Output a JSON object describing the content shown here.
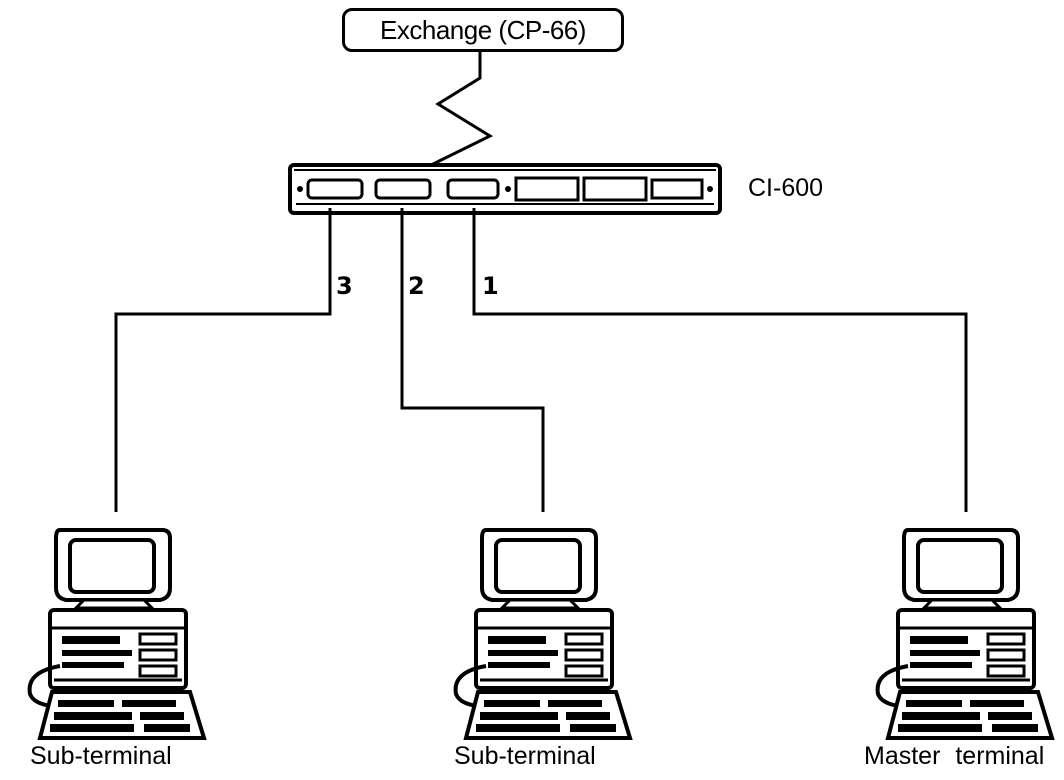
{
  "exchange": {
    "label": "Exchange (CP-66)"
  },
  "hub": {
    "label": "CI-600"
  },
  "ports": [
    {
      "number": "1"
    },
    {
      "number": "2"
    },
    {
      "number": "3"
    }
  ],
  "terminals": [
    {
      "label": "Sub-terminal",
      "port": "3"
    },
    {
      "label": "Sub-terminal",
      "port": "2"
    },
    {
      "label": "Master terminal",
      "port": "1"
    }
  ]
}
